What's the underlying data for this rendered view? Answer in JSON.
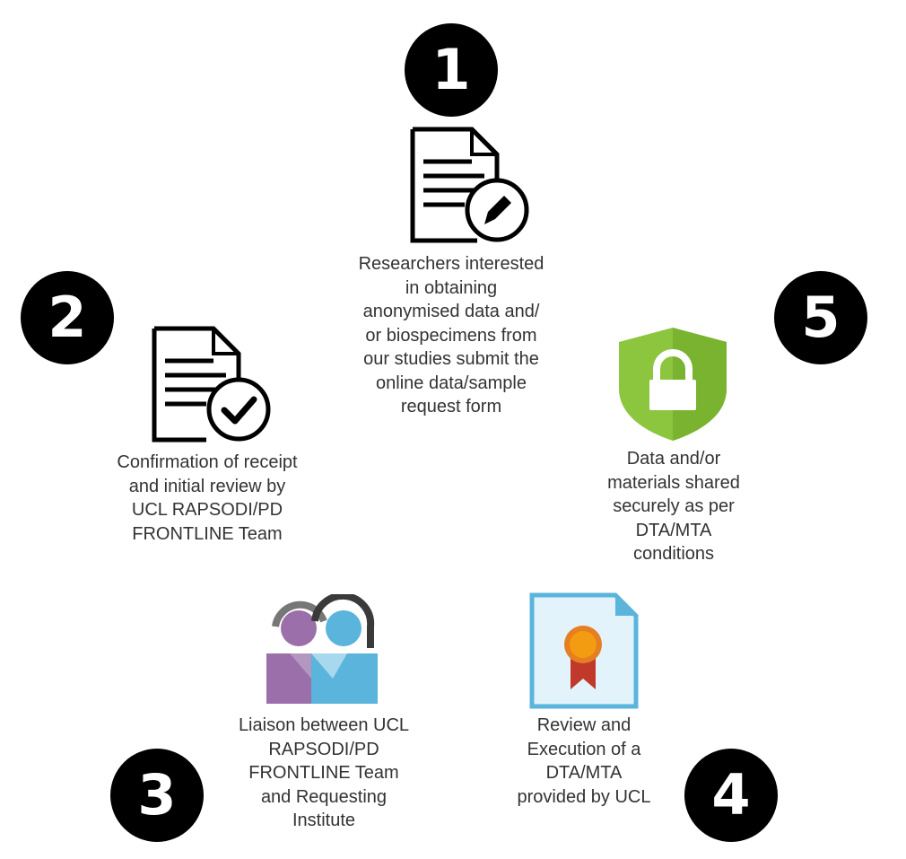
{
  "steps": [
    {
      "number": "1",
      "icon": "document-edit-icon",
      "caption": "Researchers interested\nin obtaining\nanonymised data and/\nor biospecimens from\nour studies submit the\nonline data/sample\nrequest form"
    },
    {
      "number": "2",
      "icon": "document-check-icon",
      "caption": "Confirmation of receipt\nand initial review by\nUCL RAPSODI/PD\nFRONTLINE Team"
    },
    {
      "number": "3",
      "icon": "people-liaison-icon",
      "caption": "Liaison between UCL\nRAPSODI/PD\nFRONTLINE Team\nand Requesting\nInstitute"
    },
    {
      "number": "4",
      "icon": "certificate-ribbon-icon",
      "caption": "Review and\nExecution of a\nDTA/MTA\nprovided by UCL"
    },
    {
      "number": "5",
      "icon": "security-shield-lock-icon",
      "caption": "Data and/or\nmaterials shared\nsecurely as per\nDTA/MTA\nconditions"
    }
  ],
  "colors": {
    "badge": "#000000",
    "text": "#333333",
    "shield": "#8cc63f",
    "person_purple": "#9b6fa9",
    "person_blue": "#5ab4dc",
    "certificate_border": "#5ab4dc",
    "ribbon": "#c0392b",
    "medal": "#f39c12"
  }
}
